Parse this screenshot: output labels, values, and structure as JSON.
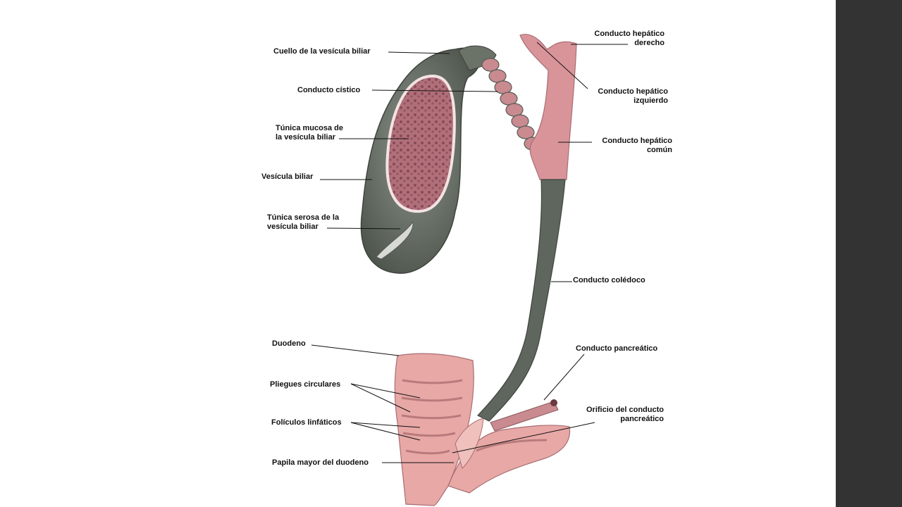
{
  "colors": {
    "background": "#ffffff",
    "sidebar": "#333333",
    "gallbladder_wall": "#6b7268",
    "mucosa": "#a3606a",
    "duct_pink": "#d9949a",
    "duodenum": "#e7a8a6",
    "bile_duct": "#5f665e"
  },
  "labels": {
    "cuello": "Cuello de la vesícula biliar",
    "cistico": "Conducto cístico",
    "mucosa_1": "Túnica mucosa de",
    "mucosa_2": "la vesícula biliar",
    "vesicula": "Vesícula biliar",
    "serosa_1": "Túnica serosa de la",
    "serosa_2": "vesícula biliar",
    "hep_der_1": "Conducto hepático",
    "hep_der_2": "derecho",
    "hep_izq_1": "Conducto hepático",
    "hep_izq_2": "izquierdo",
    "hep_com_1": "Conducto hepático",
    "hep_com_2": "común",
    "coledoco": "Conducto colédoco",
    "pancreatico": "Conducto pancreático",
    "orificio_1": "Orificio del conducto",
    "orificio_2": "pancreático",
    "duodeno": "Duodeno",
    "pliegues": "Pliegues circulares",
    "foliculos": "Folículos linfáticos",
    "papila": "Papila mayor del duodeno"
  }
}
